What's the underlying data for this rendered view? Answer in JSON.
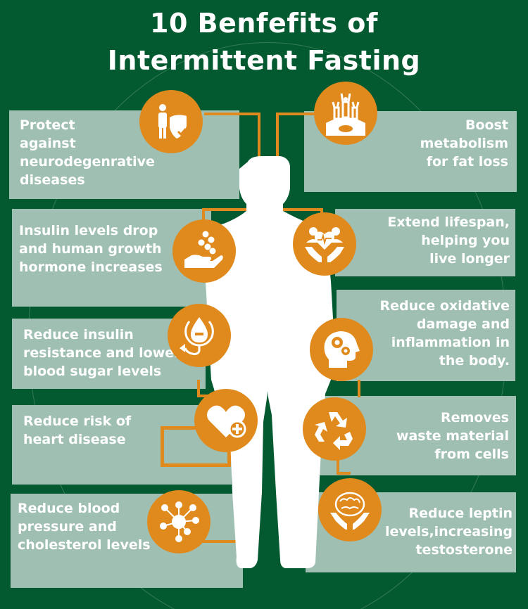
{
  "title": {
    "line1": "10 Benfefits of",
    "line2": "Intermittent Fasting"
  },
  "colors": {
    "background": "#045a30",
    "panel": "#9fbfb2",
    "accent_orange": "#e08a1e",
    "text": "#ffffff"
  },
  "benefits_left": [
    {
      "text": "Protect\nagainst\nneurodegenrative\ndiseases",
      "icon": "person-shield-icon"
    },
    {
      "text": "Insulin levels drop\nand human growth\nhormone increases",
      "icon": "hand-pills-icon"
    },
    {
      "text": "Reduce insulin\nresistance and lower\nblood sugar levels",
      "icon": "stethoscope-drop-icon"
    },
    {
      "text": "Reduce risk of\nheart disease",
      "icon": "heart-plus-icon"
    },
    {
      "text": "Reduce blood\npressure and\ncholesterol levels",
      "icon": "molecule-network-icon"
    }
  ],
  "benefits_right": [
    {
      "text": "Boost\nmetabolism\nfor fat loss",
      "icon": "people-cheering-icon"
    },
    {
      "text": "Extend lifespan,\nhelping you\nlive longer",
      "icon": "hands-heart-family-icon"
    },
    {
      "text": "Reduce oxidative\ndamage and\ninflammation in\nthe body.",
      "icon": "head-gears-icon"
    },
    {
      "text": "Removes\nwaste material\nfrom cells",
      "icon": "recycle-icon"
    },
    {
      "text": "Reduce leptin\nlevels,increasing\ntestosterone",
      "icon": "hands-brain-icon"
    }
  ]
}
